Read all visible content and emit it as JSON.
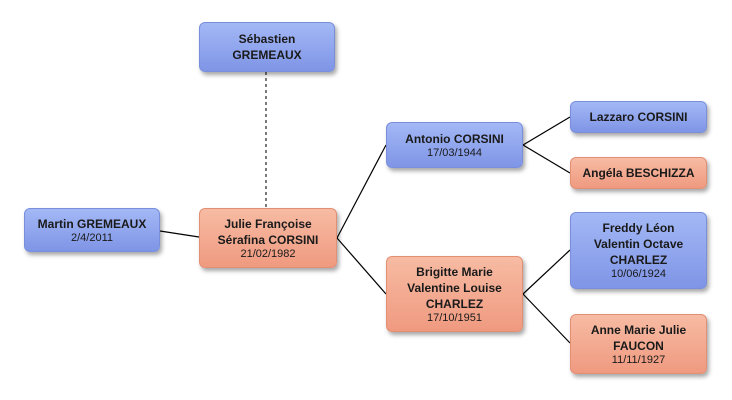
{
  "people": {
    "sebastien": {
      "name": [
        "Sébastien",
        "GREMEAUX"
      ],
      "date": ""
    },
    "martin": {
      "name": [
        "Martin GREMEAUX"
      ],
      "date": "2/4/2011"
    },
    "julie": {
      "name": [
        "Julie Françoise",
        "Sérafina CORSINI"
      ],
      "date": "21/02/1982"
    },
    "antonio": {
      "name": [
        "Antonio CORSINI"
      ],
      "date": "17/03/1944"
    },
    "brigitte": {
      "name": [
        "Brigitte Marie",
        "Valentine Louise",
        "CHARLEZ"
      ],
      "date": "17/10/1951"
    },
    "lazzaro": {
      "name": [
        "Lazzaro CORSINI"
      ],
      "date": ""
    },
    "angela": {
      "name": [
        "Angéla BESCHIZZA"
      ],
      "date": ""
    },
    "freddy": {
      "name": [
        "Freddy Léon",
        "Valentin Octave",
        "CHARLEZ"
      ],
      "date": "10/06/1924"
    },
    "anne": {
      "name": [
        "Anne Marie Julie",
        "FAUCON"
      ],
      "date": "11/11/1927"
    }
  },
  "colors": {
    "male": "#8ea3ee",
    "female": "#f3a98e",
    "line": "#000000"
  }
}
